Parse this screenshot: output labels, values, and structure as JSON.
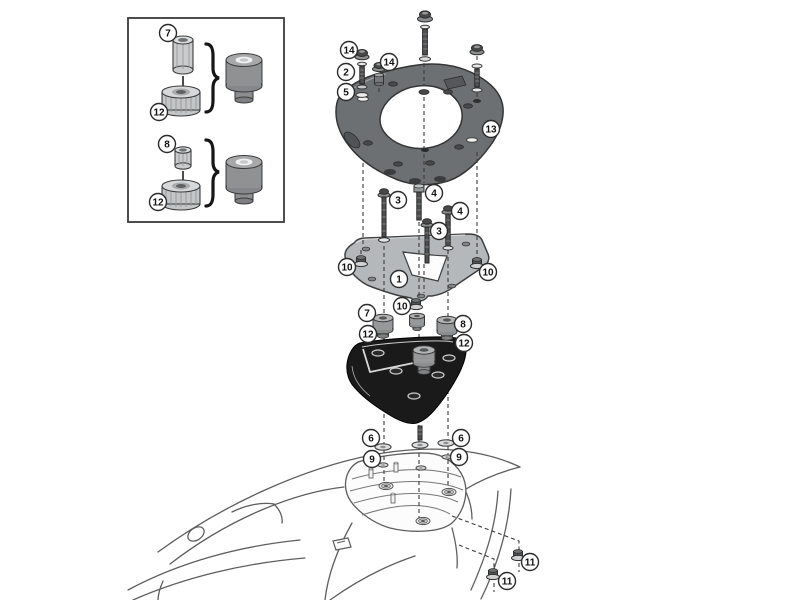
{
  "figure": {
    "type": "exploded-assembly-diagram",
    "description": "Exploded view of a rear rack / top-case mounting kit above a scooter tail, with numbered part callouts",
    "colors": {
      "background": "#ffffff",
      "mounting_bracket": "#6d7072",
      "adapter_plate": "#b5b8ba",
      "base_plate": "#1a1a1a",
      "hardware_dark": "#4e5052",
      "hardware_light": "#dcdedf",
      "outline": "#5e5e5e",
      "callout_stroke": "#2b2b2b"
    },
    "callouts": [
      "7",
      "12",
      "8",
      "12",
      "14",
      "2",
      "5",
      "14",
      "13",
      "3",
      "4",
      "4",
      "3",
      "10",
      "1",
      "10",
      "10",
      "7",
      "12",
      "8",
      "12",
      "6",
      "9",
      "6",
      "9",
      "11",
      "11"
    ]
  }
}
